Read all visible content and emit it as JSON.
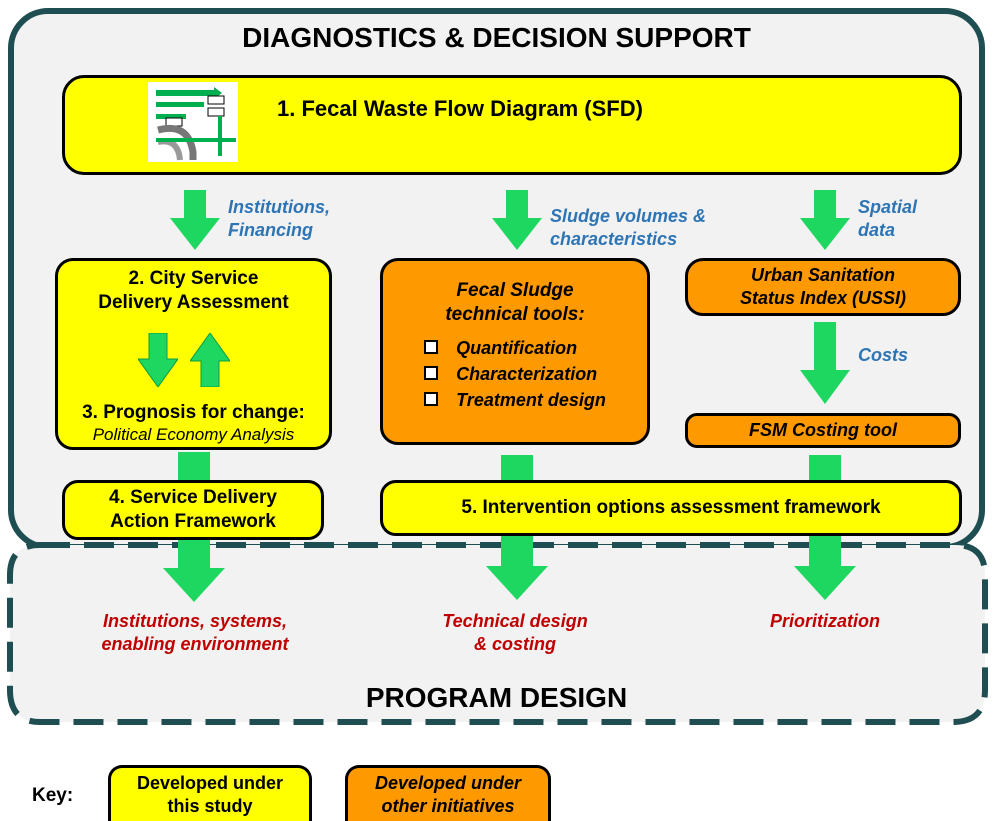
{
  "title": "DIAGNOSTICS & DECISION SUPPORT",
  "program_title": "PROGRAM DESIGN",
  "colors": {
    "frame": "#1f4e52",
    "yellow": "#ffff00",
    "orange": "#ff9900",
    "arrow": "#1ed760",
    "flow_label": "#2e75b6",
    "output_label": "#c00000"
  },
  "boxes": {
    "sfd": "1. Fecal Waste Flow Diagram (SFD)",
    "city_service_line1": "2. City Service",
    "city_service_line2": "Delivery Assessment",
    "prognosis": "3. Prognosis for change:",
    "pea": "Political Economy Analysis",
    "fs_tools_line1": "Fecal Sludge",
    "fs_tools_line2": "technical tools:",
    "fs_items": [
      "Quantification",
      "Characterization",
      "Treatment design"
    ],
    "ussi_line1": "Urban Sanitation",
    "ussi_line2": "Status Index (USSI)",
    "costing": "FSM Costing tool",
    "sdaf_line1": "4. Service Delivery",
    "sdaf_line2": "Action Framework",
    "intervention": "5. Intervention options assessment framework"
  },
  "flow_labels": {
    "left_line1": "Institutions,",
    "left_line2": "Financing",
    "mid_line1": "Sludge volumes &",
    "mid_line2": "characteristics",
    "right_line1": "Spatial",
    "right_line2": "data",
    "costs": "Costs"
  },
  "outputs": {
    "left_line1": "Institutions, systems,",
    "left_line2": "enabling environment",
    "mid_line1": "Technical design",
    "mid_line2": "& costing",
    "right": "Prioritization"
  },
  "key": {
    "label": "Key:",
    "yellow_line1": "Developed under",
    "yellow_line2": "this study",
    "orange_line1": "Developed under",
    "orange_line2": "other initiatives"
  }
}
